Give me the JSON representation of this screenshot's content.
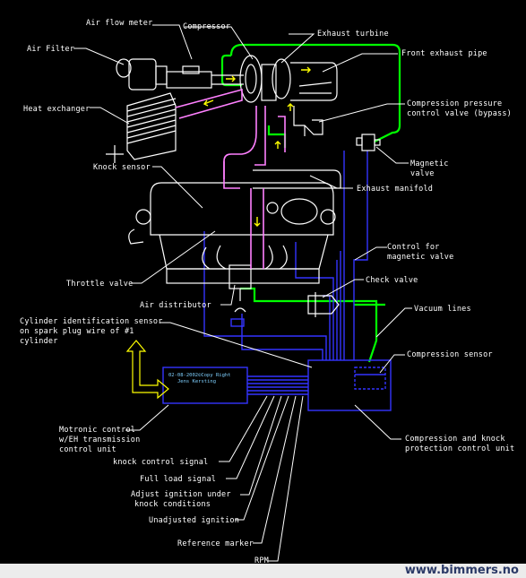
{
  "diagram": {
    "labels": {
      "air_flow_meter": "Air flow meter",
      "compressor": "Compressor",
      "exhaust_turbine": "Exhaust turbine",
      "air_filter": "Air Filter",
      "front_exhaust_pipe": "Front exhaust pipe",
      "heat_exchanger": "Heat exchanger",
      "compression_pressure_control_valve_line1": "Compression pressure",
      "compression_pressure_control_valve_line2": "control valve (bypass)",
      "magnetic_valve_line1": "Magnetic",
      "magnetic_valve_line2": "valve",
      "knock_sensor": "Knock sensor",
      "exhaust_manifold": "Exhaust manifold",
      "control_for_magnetic_valve_line1": "Control for",
      "control_for_magnetic_valve_line2": "magnetic valve",
      "throttle_valve": "Throttle valve",
      "check_valve": "Check valve",
      "air_distributor": "Air distributor",
      "vacuum_lines": "Vacuum lines",
      "cylinder_id_sensor_line1": "Cylinder identification sensor",
      "cylinder_id_sensor_line2": "on spark plug wire of #1",
      "cylinder_id_sensor_line3": "cylinder",
      "compression_sensor": "Compression sensor",
      "motronic_line1": "Motronic control",
      "motronic_line2": "w/EH transmission",
      "motronic_line3": "control unit",
      "protection_unit_line1": "Compression and knock",
      "protection_unit_line2": "protection control unit",
      "knock_control_signal": "knock control signal",
      "full_load_signal": "Full load signal",
      "adjust_ignition_line1": "Adjust ignition under",
      "adjust_ignition_line2": "knock conditions",
      "unadjusted_ignition": "Unadjusted ignition",
      "reference_marker": "Reference marker",
      "rpm": "RPM"
    },
    "copyright_line1": "02-08-2002©Copy Right",
    "copyright_line2": "Jens Kersting",
    "colors": {
      "background": "#000000",
      "label_text": "#ffffff",
      "engine": "#ffffff",
      "pipes": "#ff80ff",
      "green_lines": "#00ff00",
      "signal_wiring": "#3333ff",
      "airflow_arrows": "#ffff00",
      "footer_text": "#2b3a67"
    }
  },
  "footer": {
    "site": "www.bimmers.no"
  }
}
